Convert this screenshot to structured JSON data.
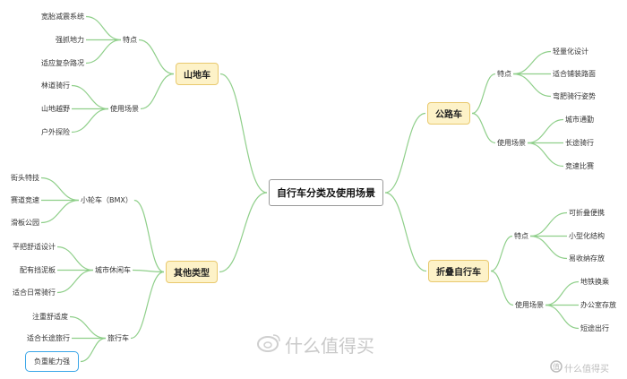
{
  "root": "自行车分类及使用场景",
  "mountain": {
    "label": "山地车",
    "features": {
      "label": "特点",
      "items": [
        "宽胎减震系统",
        "强抓地力",
        "适应复杂路况"
      ]
    },
    "scenes": {
      "label": "使用场景",
      "items": [
        "林道骑行",
        "山地越野",
        "户外探险"
      ]
    }
  },
  "road": {
    "label": "公路车",
    "features": {
      "label": "特点",
      "items": [
        "轻量化设计",
        "适合铺装路面",
        "弯肥骑行姿势"
      ]
    },
    "scenes": {
      "label": "使用场景",
      "items": [
        "城市通勤",
        "长途骑行",
        "竞速比赛"
      ]
    }
  },
  "other": {
    "label": "其他类型",
    "bmx": {
      "label": "小轮车（BMX）",
      "items": [
        "街头特技",
        "赛道竞速",
        "滑板公园"
      ]
    },
    "city": {
      "label": "城市休闲车",
      "items": [
        "平把舒适设计",
        "配有挡泥板",
        "适合日常骑行"
      ]
    },
    "touring": {
      "label": "旅行车",
      "items": [
        "注重舒适度",
        "适合长途旅行",
        "负重能力强"
      ]
    }
  },
  "folding": {
    "label": "折叠自行车",
    "features": {
      "label": "特点",
      "items": [
        "可折叠便携",
        "小型化结构",
        "易收纳存放"
      ]
    },
    "scenes": {
      "label": "使用场景",
      "items": [
        "地铁换乘",
        "办公室存放",
        "短途出行"
      ]
    }
  },
  "watermark": {
    "main": "什么值得买",
    "corner": "什么值得买"
  },
  "colors": {
    "line": "#8fcf8a",
    "branch_fill": "#fdf2c8",
    "branch_border": "#e9c96e",
    "selected_border": "#3aa6e8"
  }
}
